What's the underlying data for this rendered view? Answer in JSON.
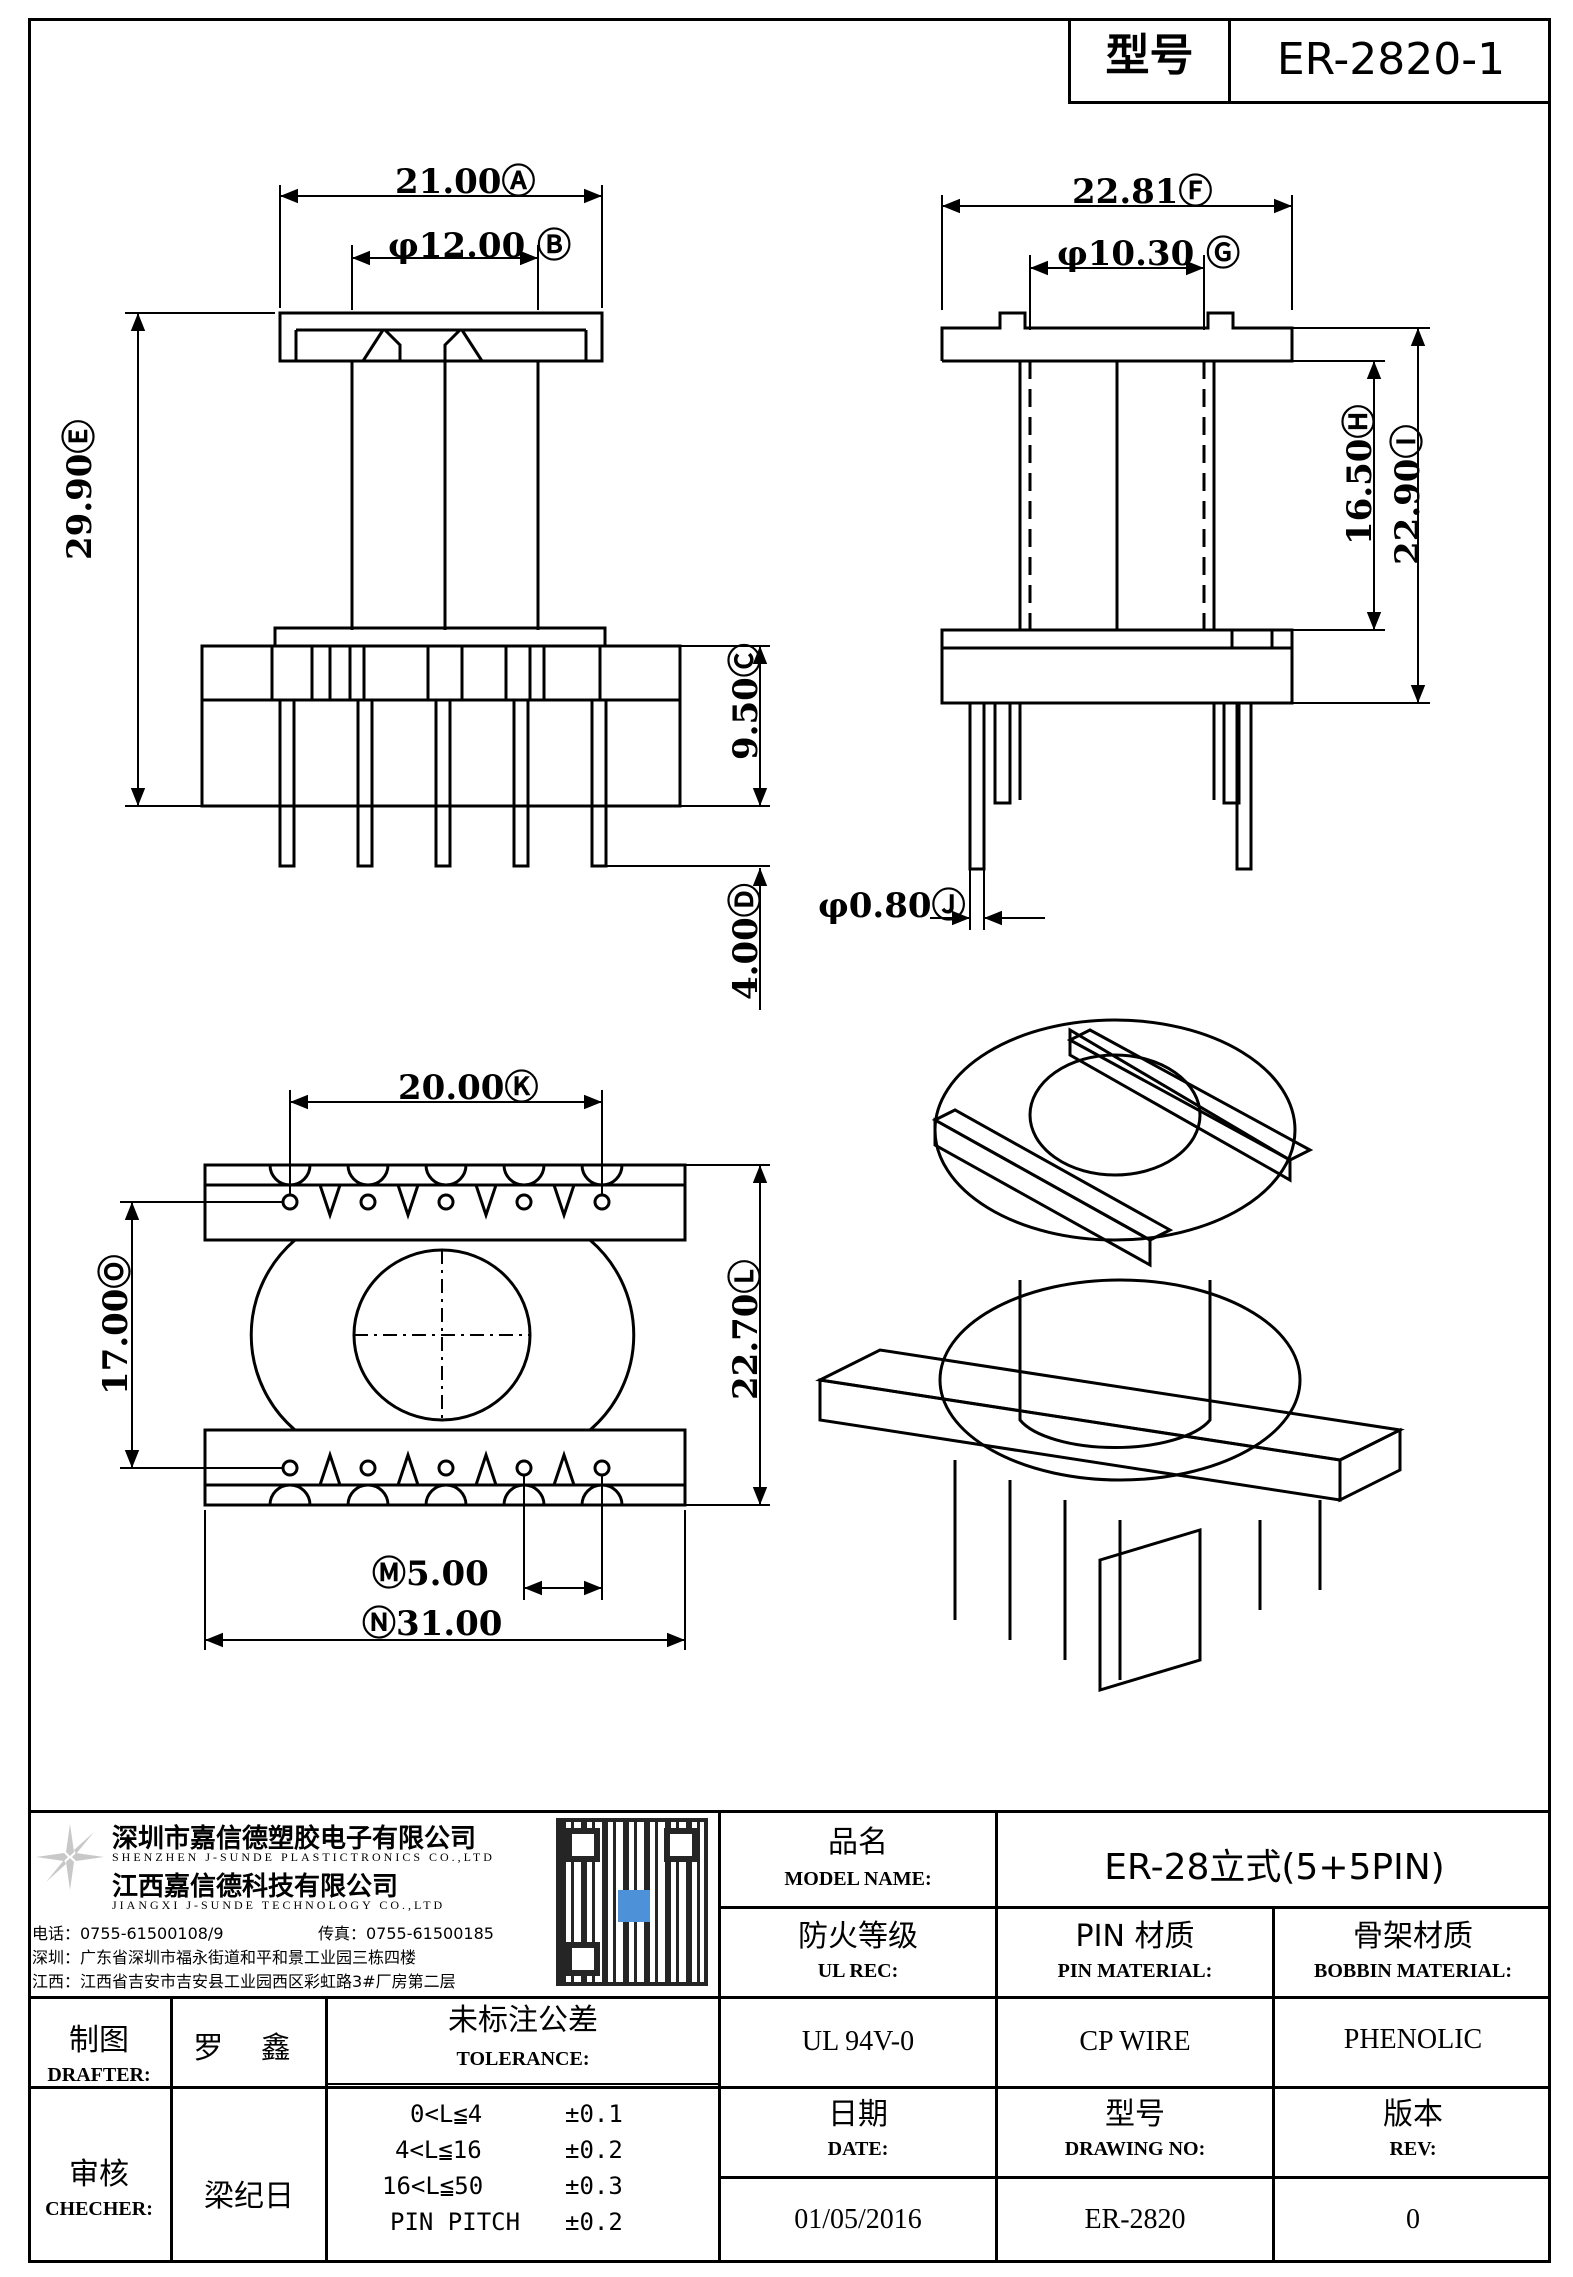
{
  "header": {
    "model_label": "型号",
    "model_value": "ER-2820-1"
  },
  "dimensions": {
    "A": "21.00Ⓐ",
    "B": "φ12.00 Ⓑ",
    "C": "9.50Ⓒ",
    "D": "4.00Ⓓ",
    "E": "29.90Ⓔ",
    "F": "22.81Ⓕ",
    "G": "φ10.30 Ⓖ",
    "H": "16.50Ⓗ",
    "I": "22.90Ⓘ",
    "J": "φ0.80Ⓙ",
    "K": "20.00Ⓚ",
    "L": "22.70Ⓛ",
    "M": "Ⓜ5.00",
    "N": "Ⓝ31.00",
    "O": "17.00Ⓞ"
  },
  "company": {
    "name_sz": "深圳市嘉信德塑胶电子有限公司",
    "name_sz_en": "SHENZHEN J-SUNDE PLASTICTRONICS CO.,LTD",
    "name_jx": "江西嘉信德科技有限公司",
    "name_jx_en": "JIANGXI J-SUNDE TECHNOLOGY CO.,LTD",
    "phone": "电话：0755-61500108/9",
    "fax": "传真：0755-61500185",
    "addr_sz": "深圳：广东省深圳市福永街道和平和景工业园三栋四楼",
    "addr_jx": "江西：江西省吉安市吉安县工业园西区彩虹路3#厂房第二层"
  },
  "title_block": {
    "model_name_cn": "品名",
    "model_name_en": "MODEL NAME:",
    "model_name_value": "ER-28立式(5+5PIN)",
    "ul_cn": "防火等级",
    "ul_en": "UL REC:",
    "ul_value": "UL 94V-0",
    "pin_cn": "PIN 材质",
    "pin_en": "PIN MATERIAL:",
    "pin_value": "CP WIRE",
    "bobbin_cn": "骨架材质",
    "bobbin_en": "BOBBIN MATERIAL:",
    "bobbin_value": "PHENOLIC",
    "date_cn": "日期",
    "date_en": "DATE:",
    "date_value": "01/05/2016",
    "drawing_cn": "型号",
    "drawing_en": "DRAWING NO:",
    "drawing_value": "ER-2820",
    "rev_cn": "版本",
    "rev_en": "REV:",
    "rev_value": "0",
    "drafter_cn": "制图",
    "drafter_en": "DRAFTER:",
    "drafter_value": "罗 鑫",
    "checker_cn": "审核",
    "checker_en": "CHECHER:",
    "checker_value": "梁纪日",
    "tolerance_cn": "未标注公差",
    "tolerance_en": "TOLERANCE:",
    "tolerances": [
      {
        "range": "0<L≦4",
        "value": "±0.1"
      },
      {
        "range": "4<L≦16",
        "value": "±0.2"
      },
      {
        "range": "16<L≦50",
        "value": "±0.3"
      },
      {
        "range": "PIN PITCH",
        "value": "±0.2"
      }
    ]
  }
}
